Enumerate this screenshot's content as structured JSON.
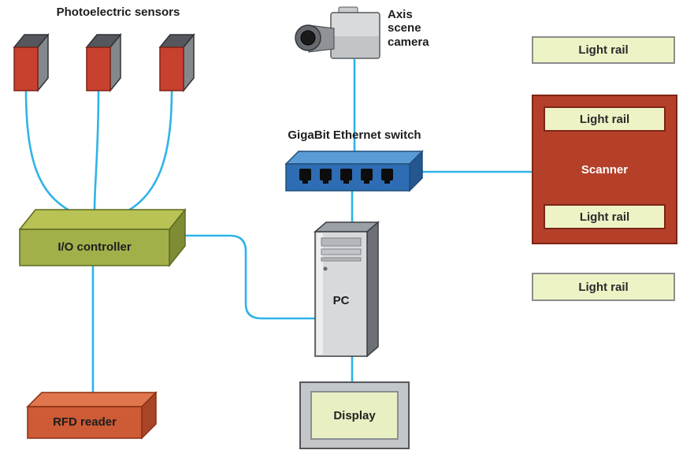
{
  "labels": {
    "photoelectric_sensors": "Photoelectric sensors",
    "axis_camera": "Axis scene camera",
    "gigabit_switch": "GigaBit Ethernet switch",
    "io_controller": "I/O controller",
    "pc": "PC",
    "rfd_reader": "RFD reader",
    "display": "Display",
    "scanner": "Scanner",
    "light_rail": "Light rail"
  },
  "colors": {
    "connector_line": "#2fb3e8",
    "sensor_red": "#c8402e",
    "controller_green": "#a3b04a",
    "rfd_orange": "#cd5b36",
    "scanner_red": "#b5402a",
    "light_rail_fill": "#eef3c6",
    "switch_blue": "#2e6db4",
    "pc_gray": "#d7d9db"
  },
  "connections": [
    {
      "from": "photoelectric-sensor-1",
      "to": "io-controller"
    },
    {
      "from": "photoelectric-sensor-2",
      "to": "io-controller"
    },
    {
      "from": "photoelectric-sensor-3",
      "to": "io-controller"
    },
    {
      "from": "axis-camera",
      "to": "ethernet-switch"
    },
    {
      "from": "ethernet-switch",
      "to": "pc"
    },
    {
      "from": "ethernet-switch",
      "to": "scanner"
    },
    {
      "from": "io-controller",
      "to": "pc"
    },
    {
      "from": "io-controller",
      "to": "rfd-reader"
    },
    {
      "from": "pc",
      "to": "display"
    }
  ]
}
